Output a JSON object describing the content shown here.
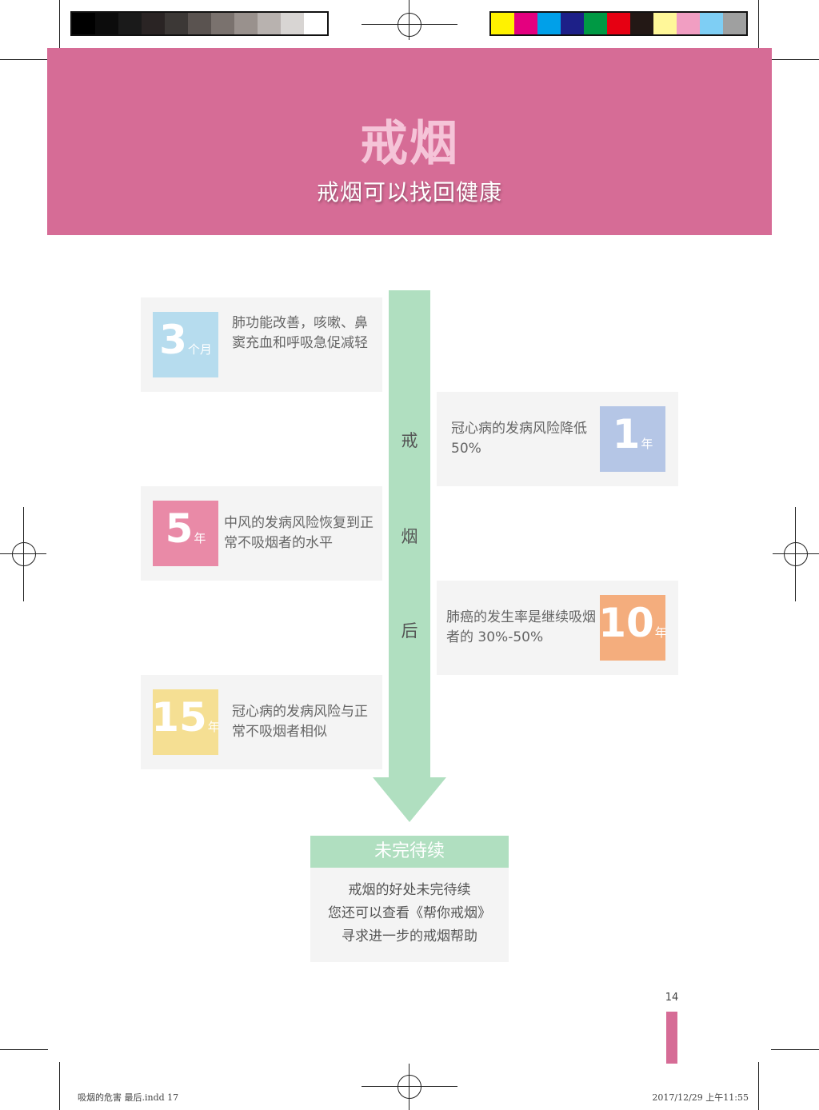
{
  "print_marks": {
    "gray_swatches": [
      "#000000",
      "#0c0c0c",
      "#1a1a1a",
      "#2a2424",
      "#3c3836",
      "#5a5350",
      "#7a726e",
      "#99918d",
      "#b8b2af",
      "#d8d5d3",
      "#ffffff"
    ],
    "color_swatches": [
      "#fff200",
      "#e4007f",
      "#00a0e9",
      "#1d2088",
      "#009944",
      "#e60012",
      "#231815",
      "#fff799",
      "#f19ec2",
      "#7ecef4",
      "#9fa0a0"
    ]
  },
  "header": {
    "big_title": "戒烟",
    "subtitle": "戒烟可以找回健康",
    "color": "#d66c96"
  },
  "timeline": {
    "vertical_label": [
      "戒",
      "烟",
      "后"
    ],
    "items": [
      {
        "number": "3",
        "unit": "个月",
        "text": "肺功能改善，咳嗽、鼻窦充血和呼吸急促减轻",
        "color": "#b6dcee"
      },
      {
        "number": "1",
        "unit": "年",
        "text": "冠心病的发病风险降低 50%",
        "color": "#b5c6e6"
      },
      {
        "number": "5",
        "unit": "年",
        "text": "中风的发病风险恢复到正常不吸烟者的水平",
        "color": "#e98aa7"
      },
      {
        "number": "10",
        "unit": "年",
        "text": "肺癌的发生率是继续吸烟者的 30%-50%",
        "color": "#f4ad7d"
      },
      {
        "number": "15",
        "unit": "年",
        "text": "冠心病的发病风险与正常不吸烟者相似",
        "color": "#f5df93"
      }
    ]
  },
  "to_be_continued": {
    "title": "未完待续",
    "lines": [
      "戒烟的好处未完待续",
      "您还可以查看《帮你戒烟》",
      "寻求进一步的戒烟帮助"
    ]
  },
  "page_number": "14",
  "slug": {
    "file": "吸烟的危害 最后.indd   17",
    "datetime": "2017/12/29   上午11:55"
  }
}
